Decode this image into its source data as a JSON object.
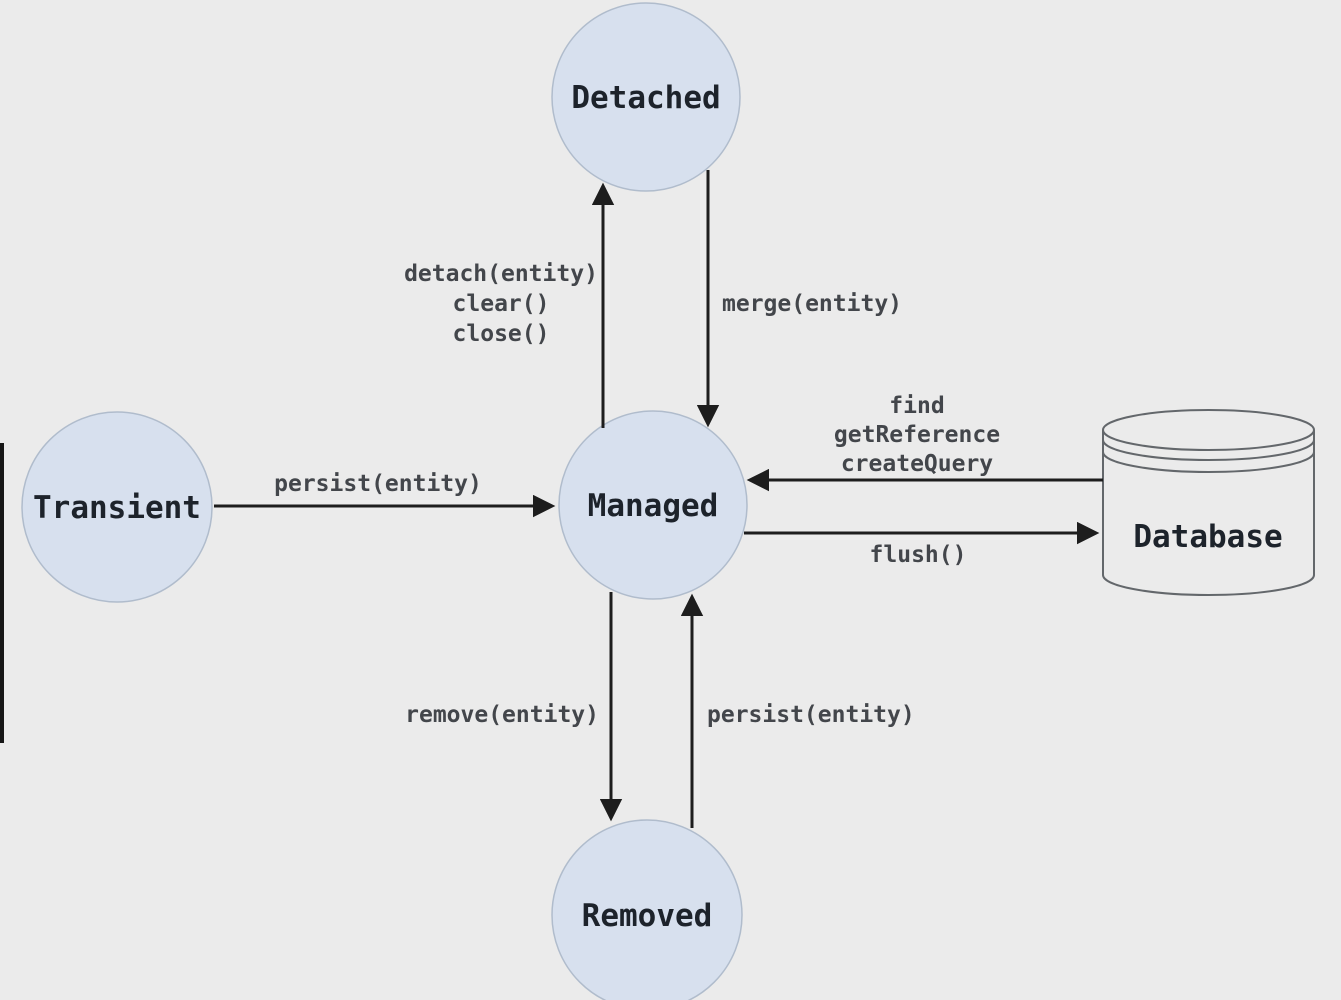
{
  "diagram": {
    "kind": "entity-lifecycle-state-diagram",
    "states": {
      "detached": "Detached",
      "transient": "Transient",
      "managed": "Managed",
      "removed": "Removed"
    },
    "database": {
      "label": "Database"
    },
    "transitions": {
      "persist_transient_to_managed": "persist(entity)",
      "detach_line1": "detach(entity)",
      "detach_line2": "clear()",
      "detach_line3": "close()",
      "merge": "merge(entity)",
      "load_line1": "find",
      "load_line2": "getReference",
      "load_line3": "createQuery",
      "flush": "flush()",
      "remove": "remove(entity)",
      "persist_removed_to_managed": "persist(entity)"
    },
    "colors": {
      "background": "#ebebeb",
      "state_fill": "#d7e0ee",
      "state_stroke": "#b0bccc",
      "arrow": "#1d1d1d",
      "state_text": "#1d232b",
      "label_text": "#43464b",
      "cylinder_stroke": "#63676b"
    }
  }
}
